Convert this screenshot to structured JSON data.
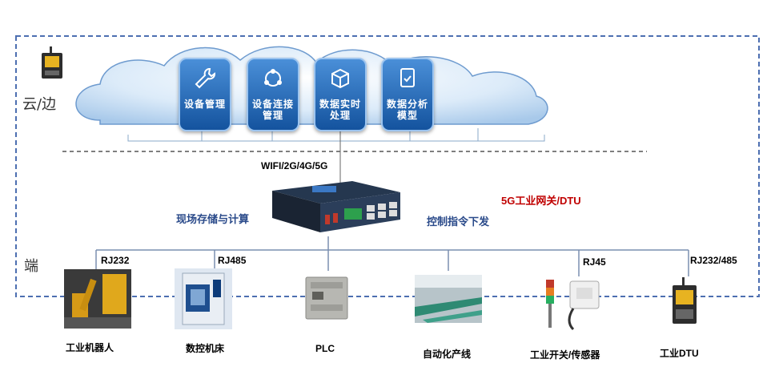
{
  "zones": {
    "cloud_edge": "云/边",
    "terminal": "端"
  },
  "cloud_modules": [
    {
      "label": "设备管理",
      "icon": "wrench-icon"
    },
    {
      "label": "设备连接管理",
      "icon": "network-icon"
    },
    {
      "label": "数据实时处理",
      "icon": "box-filter-icon"
    },
    {
      "label": "数据分析模型",
      "icon": "document-check-icon"
    }
  ],
  "connectivity": "WIFI/2G/4G/5G",
  "gateway": {
    "title": "5G工业网关/DTU",
    "left_caption": "现场存储与计算",
    "right_caption": "控制指令下发"
  },
  "ports": {
    "rj232": "RJ232",
    "rj485": "RJ485",
    "rj45": "RJ45",
    "rj232_485": "RJ232/485"
  },
  "devices": [
    {
      "label": "工业机器人"
    },
    {
      "label": "数控机床"
    },
    {
      "label": "PLC"
    },
    {
      "label": "自动化产线"
    },
    {
      "label": "工业开关/传感器"
    },
    {
      "label": "工业DTU"
    }
  ],
  "colors": {
    "accent_blue": "#2a4a8a",
    "title_red": "#c00000",
    "boundary": "#4d6fb1"
  }
}
